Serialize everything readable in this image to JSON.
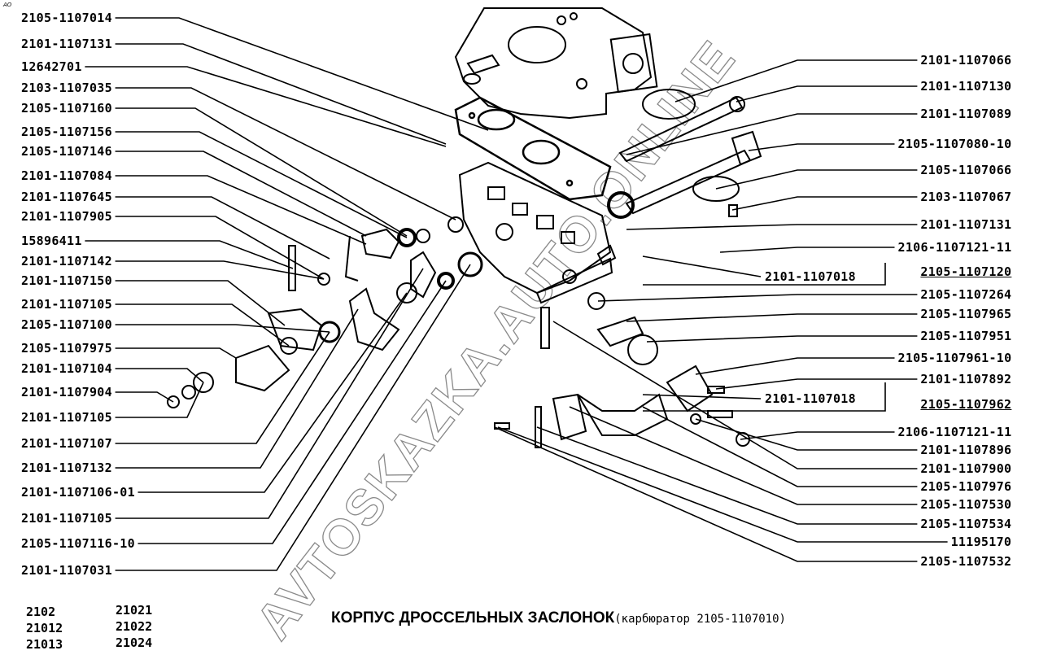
{
  "corner_mark": "АО",
  "title": {
    "main": "КОРПУС ДРОССЕЛЬНЫХ ЗАСЛОНОК",
    "sub": "(карбюратор 2105-1107010)"
  },
  "models": {
    "col1": [
      "2102",
      "21012",
      "21013"
    ],
    "col2": [
      "21021",
      "21022",
      "21024"
    ]
  },
  "watermark": "AVTOSKAZKA.AUTO.ONLINE",
  "left_labels": [
    "2105-1107014",
    "2101-1107131",
    "12642701",
    "2103-1107035",
    "2105-1107160",
    "2105-1107156",
    "2105-1107146",
    "2101-1107084",
    "2101-1107645",
    "2101-1107905",
    "15896411",
    "2101-1107142",
    "2101-1107150",
    "2101-1107105",
    "2105-1107100",
    "2105-1107975",
    "2101-1107104",
    "2101-1107904",
    "2101-1107105",
    "2101-1107107",
    "2101-1107132",
    "2101-1107106-01",
    "2101-1107105",
    "2105-1107116-10",
    "2101-1107031"
  ],
  "right_labels": [
    "2101-1107066",
    "2101-1107130",
    "2101-1107089",
    "2105-1107080-10",
    "2105-1107066",
    "2103-1107067",
    "2101-1107131",
    "2106-1107121-11",
    "2105-1107120",
    "2105-1107264",
    "2105-1107965",
    "2105-1107951",
    "2105-1107961-10",
    "2101-1107892",
    "2105-1107962",
    "2106-1107121-11",
    "2101-1107896",
    "2101-1107900",
    "2105-1107976",
    "2105-1107530",
    "2105-1107534",
    "11195170",
    "2105-1107532"
  ],
  "boxed_labels": [
    "2101-1107018",
    "2101-1107018"
  ]
}
